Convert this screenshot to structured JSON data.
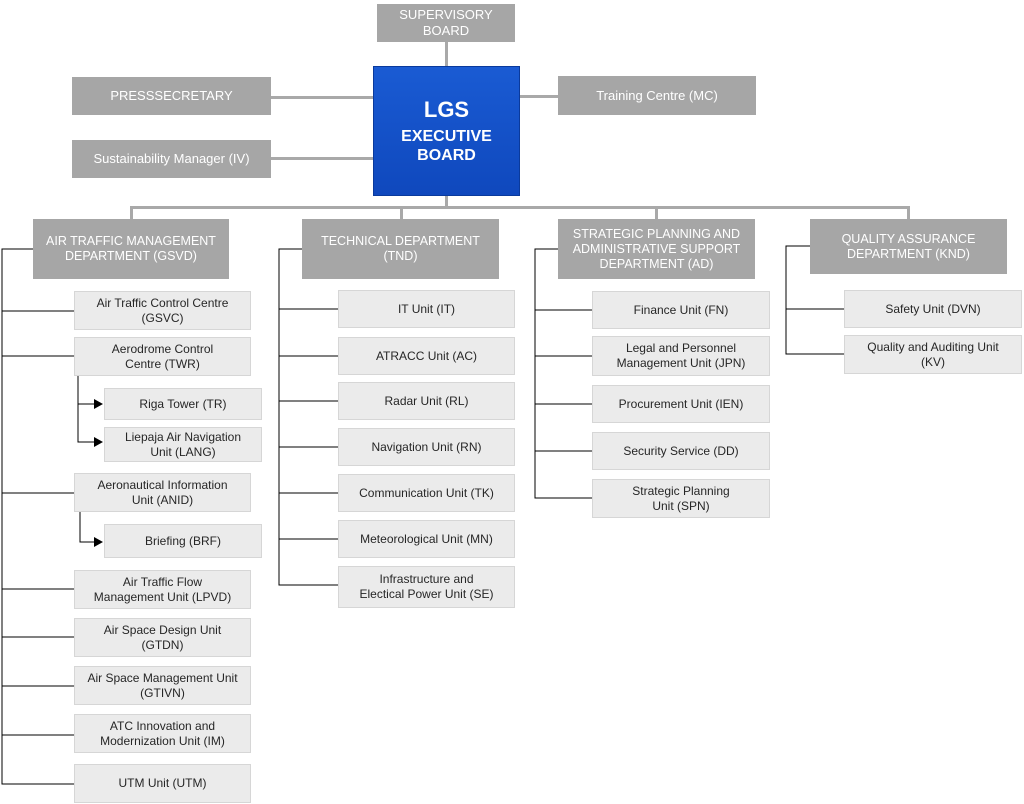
{
  "top": {
    "supervisory_board": "SUPERVISORY\nBOARD",
    "executive_line1": "LGS",
    "executive_line2": "EXECUTIVE\nBOARD",
    "press_secretary": "PRESSSECRETARY",
    "sustainability_manager": "Sustainability Manager (IV)",
    "training_centre": "Training Centre (MC)"
  },
  "departments": [
    {
      "name": "AIR TRAFFIC MANAGEMENT\nDEPARTMENT (GSVD)",
      "units": [
        "Air Traffic Control Centre\n(GSVC)",
        "Aerodrome Control\nCentre (TWR)",
        "Aeronautical Information\nUnit (ANID)",
        "Air Traffic Flow\nManagement Unit  (LPVD)",
        "Air Space Design Unit\n(GTDN)",
        "Air Space Management Unit\n(GTIVN)",
        "ATC Innovation and\nModernization Unit (IM)",
        "UTM Unit (UTM)"
      ],
      "subunits": {
        "twr": [
          "Riga Tower (TR)",
          "Liepaja Air Navigation\nUnit (LANG)"
        ],
        "anid": [
          "Briefing    (BRF)"
        ]
      }
    },
    {
      "name": "TECHNICAL DEPARTMENT\n(TND)",
      "units": [
        "IT Unit (IT)",
        "ATRACC Unit (AC)",
        "Radar Unit  (RL)",
        "Navigation Unit (RN)",
        "Communication Unit (TK)",
        "Meteorological Unit (MN)",
        "Infrastructure  and\nElectical Power Unit (SE)"
      ]
    },
    {
      "name": "STRATEGIC PLANNING AND\nADMINISTRATIVE SUPPORT\nDEPARTMENT (AD)",
      "units": [
        "Finance Unit (FN)",
        "Legal and Personnel\nManagement Unit (JPN)",
        "Procurement Unit (IEN)",
        "Security Service (DD)",
        "Strategic Planning\nUnit (SPN)"
      ]
    },
    {
      "name": "QUALITY ASSURANCE\nDEPARTMENT (KND)",
      "units": [
        "Safety Unit (DVN)",
        "Quality and Auditing  Unit\n(KV)"
      ]
    }
  ]
}
